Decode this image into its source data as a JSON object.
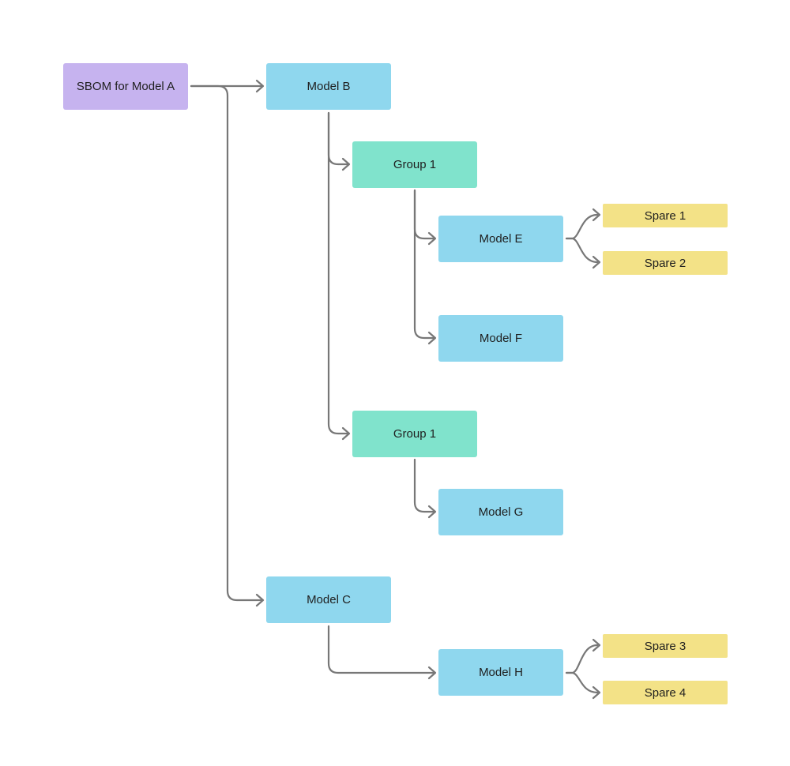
{
  "colors": {
    "root": "#c6b3ef",
    "model": "#8fd7ee",
    "group": "#80e3cc",
    "spare": "#f3e287",
    "connector": "#777777"
  },
  "nodes": [
    {
      "id": "sbom-model-a",
      "label": "SBOM for Model A",
      "kind": "root"
    },
    {
      "id": "model-b",
      "label": "Model B",
      "kind": "model"
    },
    {
      "id": "group-1-upper",
      "label": "Group 1",
      "kind": "group"
    },
    {
      "id": "model-e",
      "label": "Model E",
      "kind": "model"
    },
    {
      "id": "spare-1",
      "label": "Spare 1",
      "kind": "spare"
    },
    {
      "id": "spare-2",
      "label": "Spare 2",
      "kind": "spare"
    },
    {
      "id": "model-f",
      "label": "Model F",
      "kind": "model"
    },
    {
      "id": "group-1-lower",
      "label": "Group 1",
      "kind": "group"
    },
    {
      "id": "model-g",
      "label": "Model G",
      "kind": "model"
    },
    {
      "id": "model-c",
      "label": "Model C",
      "kind": "model"
    },
    {
      "id": "model-h",
      "label": "Model H",
      "kind": "model"
    },
    {
      "id": "spare-3",
      "label": "Spare 3",
      "kind": "spare"
    },
    {
      "id": "spare-4",
      "label": "Spare 4",
      "kind": "spare"
    }
  ],
  "edges": [
    {
      "from": "sbom-model-a",
      "to": "model-b"
    },
    {
      "from": "sbom-model-a",
      "to": "model-c"
    },
    {
      "from": "model-b",
      "to": "group-1-upper"
    },
    {
      "from": "model-b",
      "to": "group-1-lower"
    },
    {
      "from": "group-1-upper",
      "to": "model-e"
    },
    {
      "from": "group-1-upper",
      "to": "model-f"
    },
    {
      "from": "model-e",
      "to": "spare-1"
    },
    {
      "from": "model-e",
      "to": "spare-2"
    },
    {
      "from": "group-1-lower",
      "to": "model-g"
    },
    {
      "from": "model-c",
      "to": "model-h"
    },
    {
      "from": "model-h",
      "to": "spare-3"
    },
    {
      "from": "model-h",
      "to": "spare-4"
    }
  ]
}
